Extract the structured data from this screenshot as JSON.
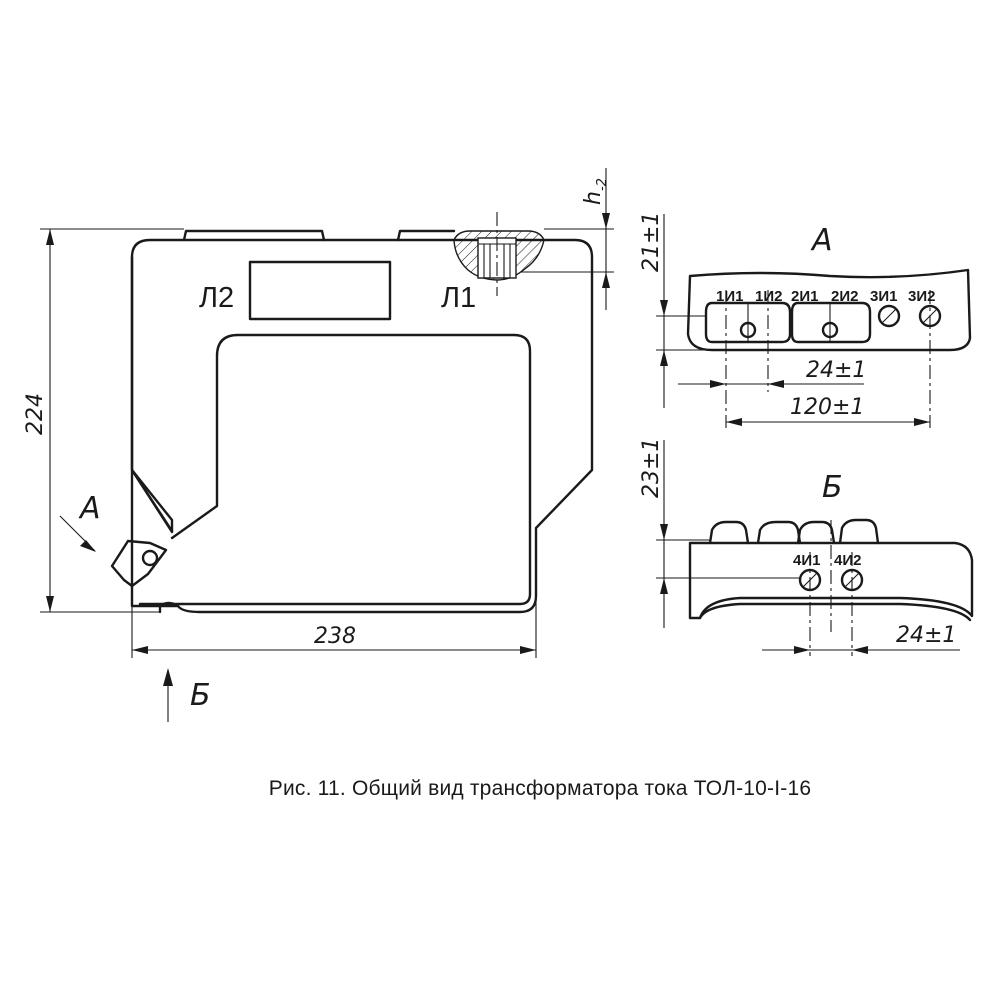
{
  "front_view": {
    "terminal_left": "Л2",
    "terminal_right": "Л1",
    "dim_height": "224",
    "dim_width": "238",
    "dim_h": "h",
    "dim_h_tol": "-2",
    "view_a_marker": "А",
    "view_b_marker": "Б"
  },
  "view_a": {
    "title": "А",
    "terminals": [
      "1И1",
      "1И2",
      "2И1",
      "2И2",
      "3И1",
      "3И2"
    ],
    "dim_height": "21±1",
    "dim_pitch": "24±1",
    "dim_span": "120±1"
  },
  "view_b": {
    "title": "Б",
    "terminals": [
      "4И1",
      "4И2"
    ],
    "dim_height": "23±1",
    "dim_pitch": "24±1"
  },
  "caption": "Рис. 11. Общий вид трансформатора тока ТОЛ-10-I-16"
}
